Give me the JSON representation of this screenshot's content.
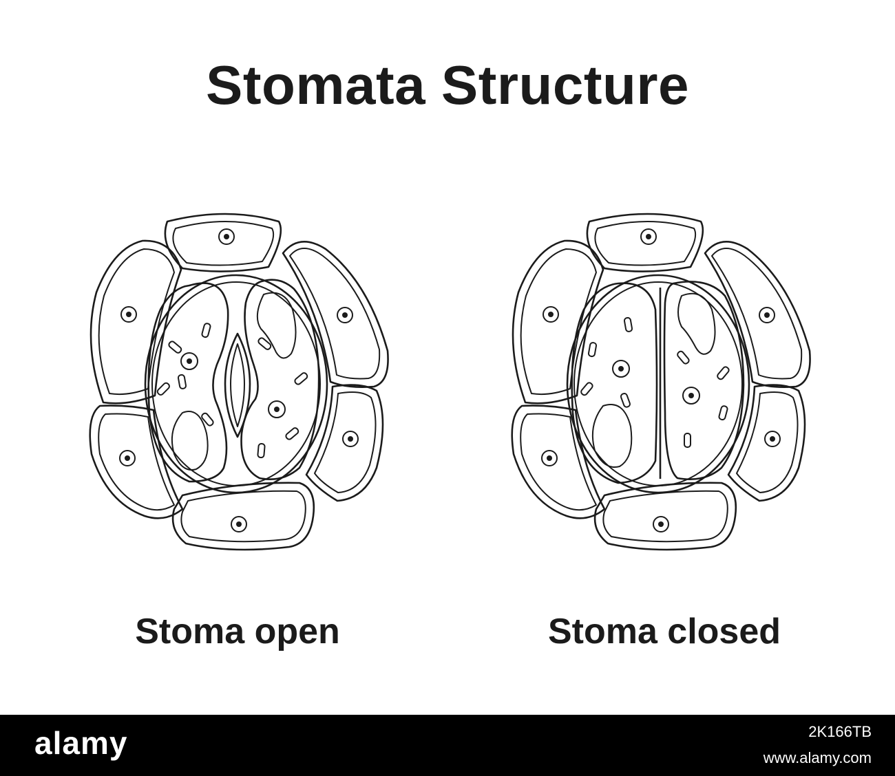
{
  "title": "Stomata Structure",
  "diagrams": [
    {
      "state": "open",
      "caption": "Stoma open"
    },
    {
      "state": "closed",
      "caption": "Stoma closed"
    }
  ],
  "footer": {
    "brand": "alamy",
    "image_id": "2K166TB",
    "url": "www.alamy.com"
  },
  "colors": {
    "line": "#1b1b1b",
    "background": "#ffffff",
    "footer": "#000000"
  }
}
